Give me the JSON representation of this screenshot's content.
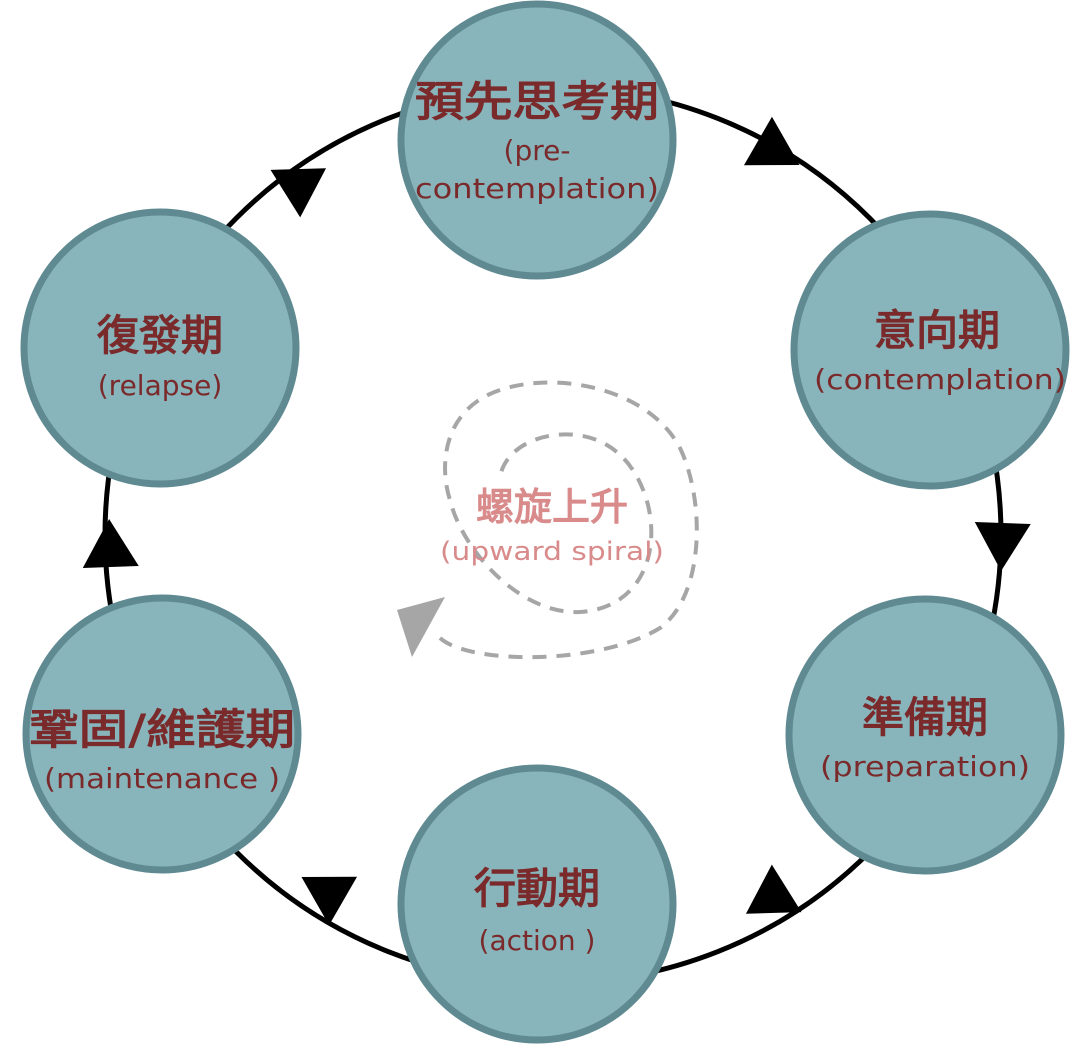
{
  "colors": {
    "stage_fill": "#88b4bb",
    "stage_border": "#5f8a92",
    "stage_text": "#7a2a2a",
    "cycle_line": "#000000",
    "arrowhead": "#000000",
    "spiral_line": "#a6a6a6",
    "spiral_arrowhead": "#a6a6a6",
    "center_text": "#d98b8b"
  },
  "stages": [
    {
      "id": "precontemplation",
      "title": "預先思考期",
      "subtitle_lines": [
        "(pre-",
        "contemplation)"
      ]
    },
    {
      "id": "contemplation",
      "title": "意向期",
      "subtitle_lines": [
        "(contemplation)"
      ]
    },
    {
      "id": "preparation",
      "title": "準備期",
      "subtitle_lines": [
        "(preparation)"
      ]
    },
    {
      "id": "action",
      "title": "行動期",
      "subtitle_lines": [
        "(action )"
      ]
    },
    {
      "id": "maintenance",
      "title": "鞏固/維護期",
      "subtitle_lines": [
        "(maintenance )"
      ]
    },
    {
      "id": "relapse",
      "title": "復發期",
      "subtitle_lines": [
        "(relapse)"
      ]
    }
  ],
  "center": {
    "title": "螺旋上升",
    "subtitle": "(upward spiral)"
  }
}
